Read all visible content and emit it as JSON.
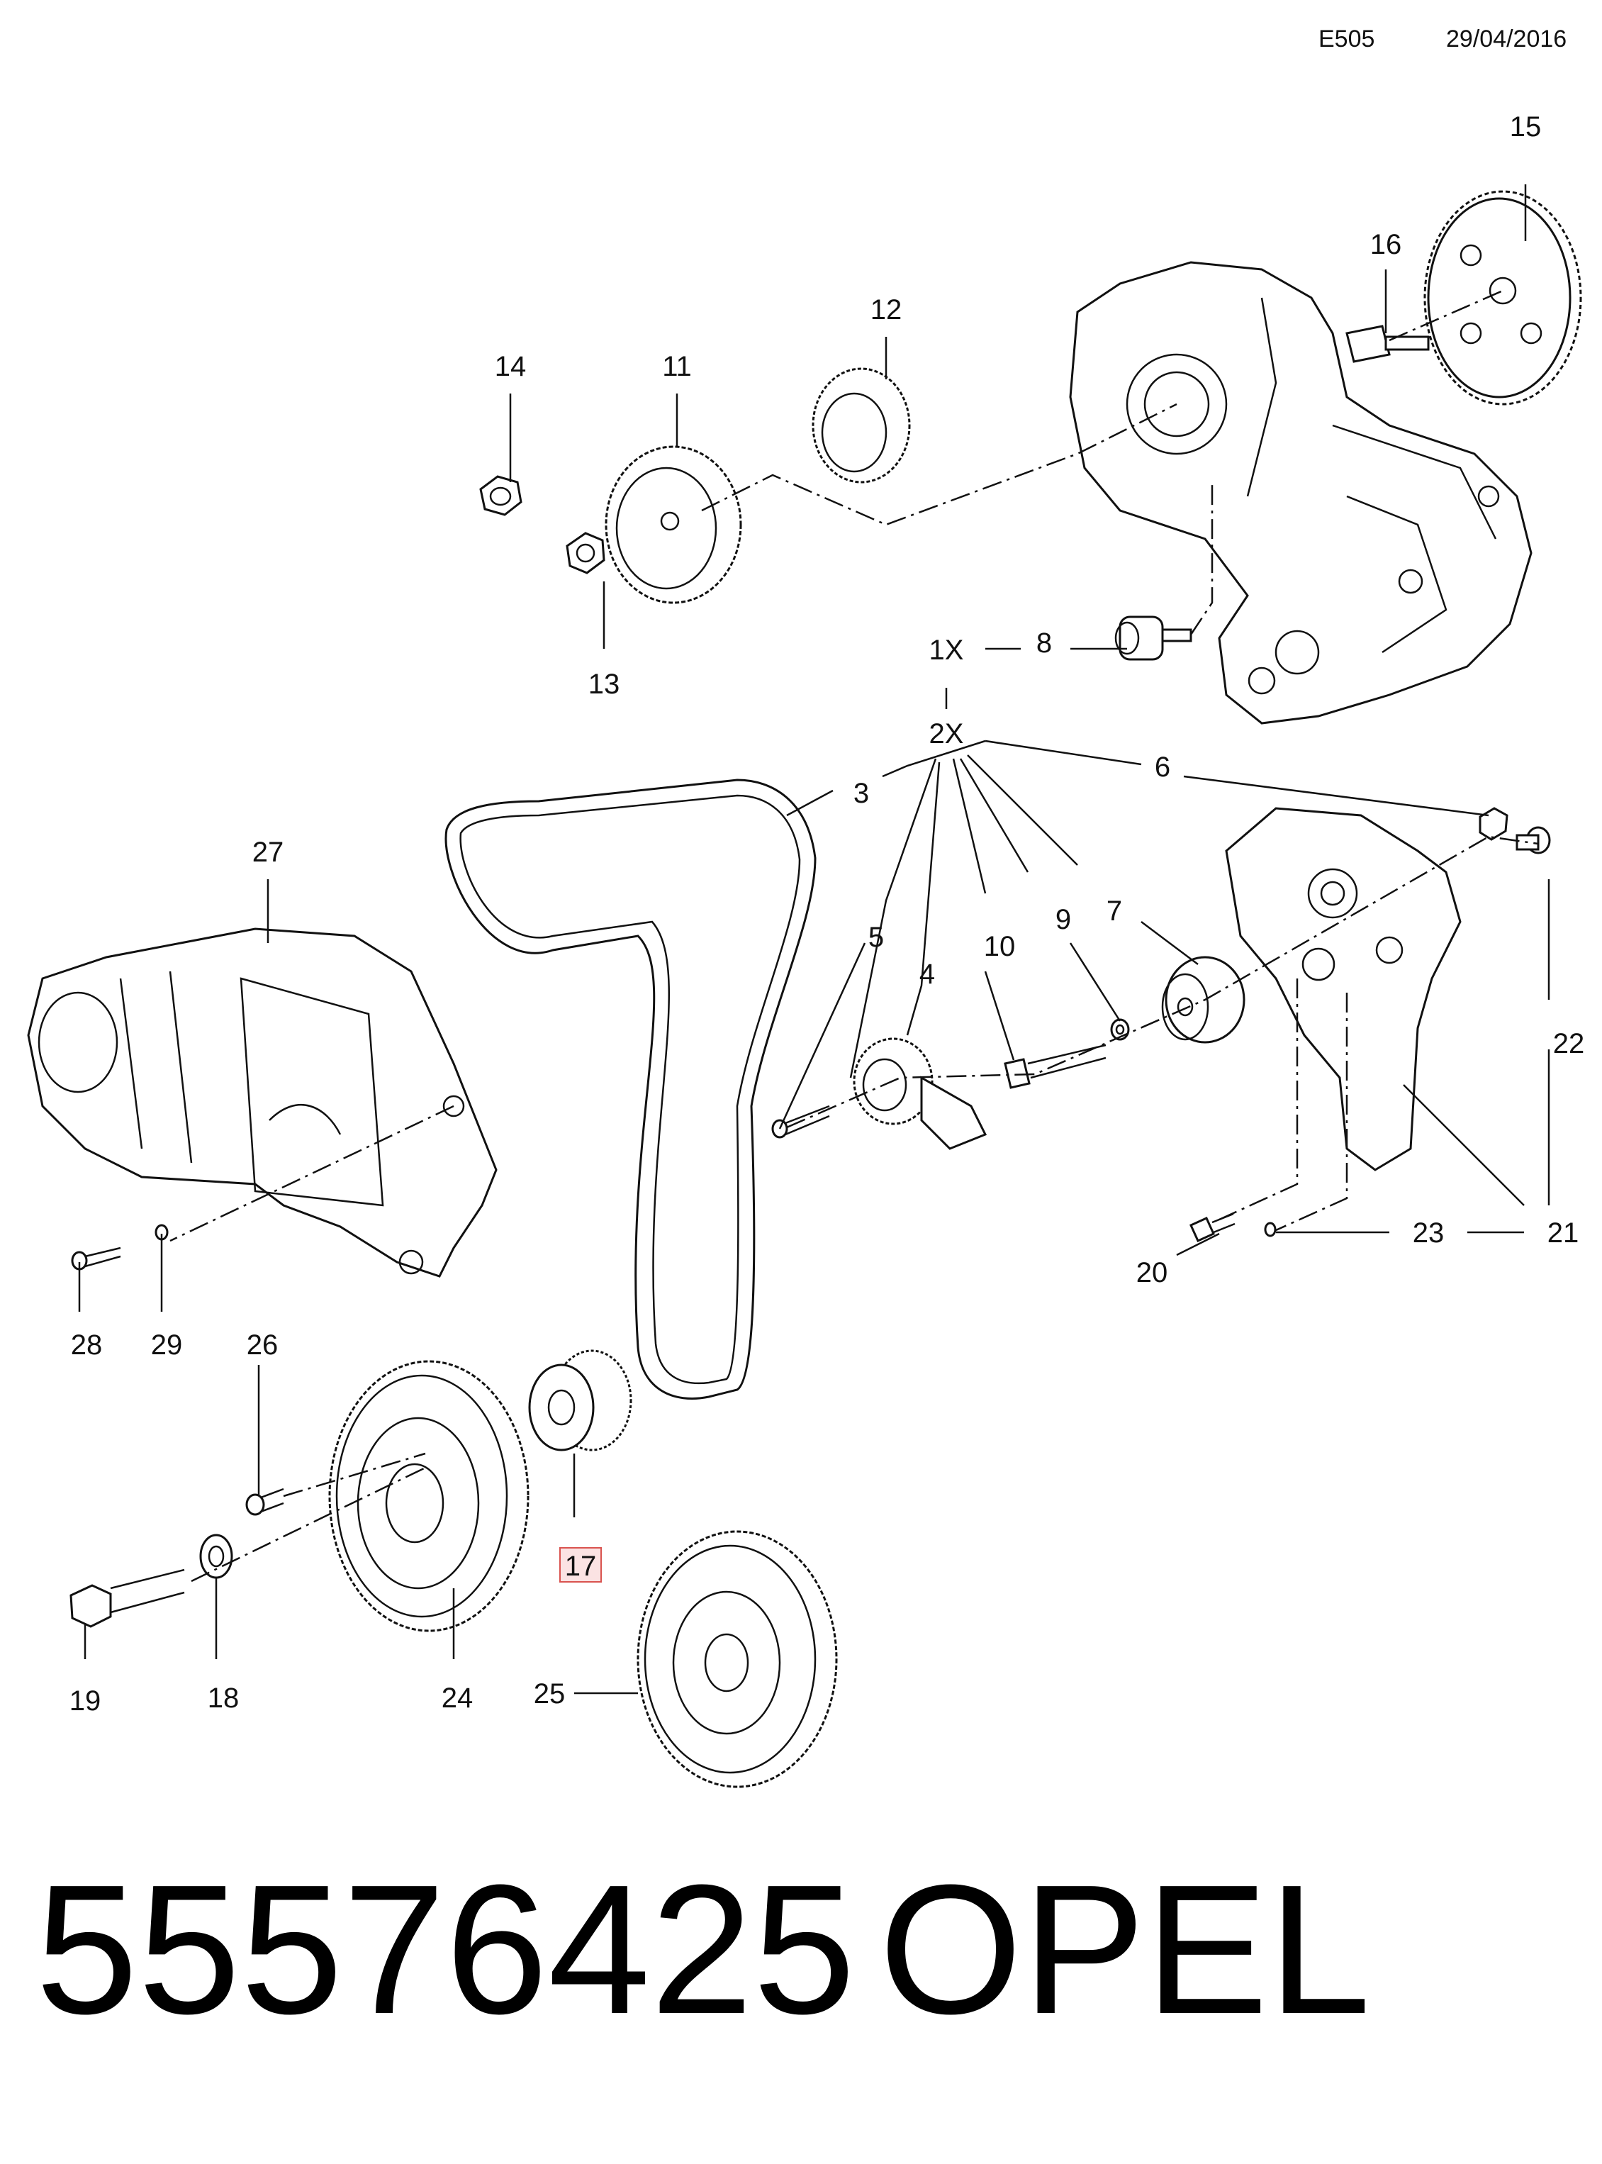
{
  "header": {
    "code": "E505",
    "date": "29/04/2016"
  },
  "callouts": {
    "n1x": "1X",
    "n2x": "2X",
    "p3": "3",
    "p4": "4",
    "p5": "5",
    "p6": "6",
    "p7": "7",
    "p8": "8",
    "p9": "9",
    "p10": "10",
    "p11": "11",
    "p12": "12",
    "p13": "13",
    "p14": "14",
    "p15": "15",
    "p16": "16",
    "p17": "17",
    "p18": "18",
    "p19": "19",
    "p20": "20",
    "p21": "21",
    "p22": "22",
    "p23": "23",
    "p24": "24",
    "p25": "25",
    "p26": "26",
    "p27": "27",
    "p28": "28",
    "p29": "29"
  },
  "highlight": {
    "part": "17",
    "color": "#d9534f"
  },
  "footer": {
    "part_number": "55576425",
    "brand": "OPEL"
  }
}
